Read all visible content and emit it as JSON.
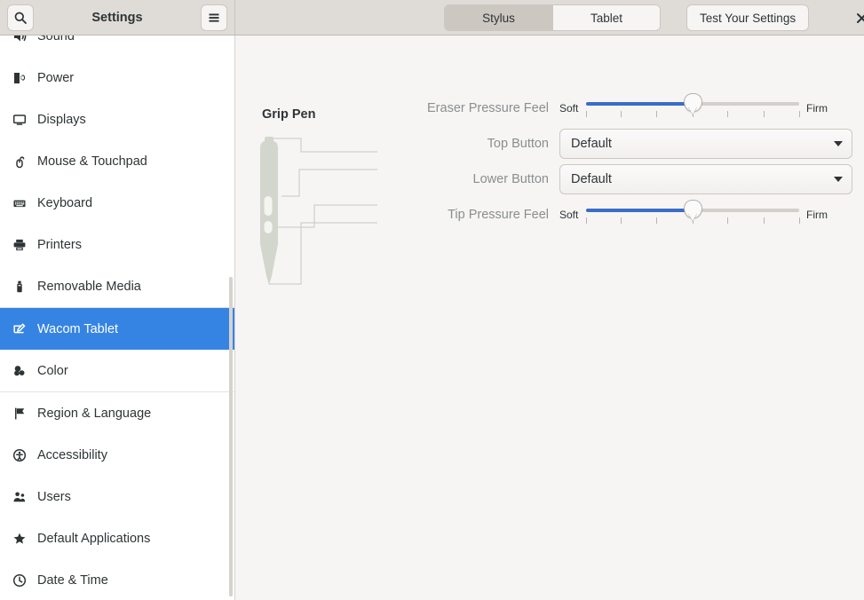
{
  "header": {
    "title": "Settings",
    "search_icon": "search-icon",
    "menu_icon": "hamburger-menu-icon",
    "close_icon": "close-icon",
    "segments": [
      {
        "label": "Stylus",
        "active": true
      },
      {
        "label": "Tablet",
        "active": false
      }
    ],
    "test_button": "Test Your Settings"
  },
  "sidebar": {
    "items": [
      {
        "label": "Sound",
        "icon": "speaker-icon",
        "selected": false,
        "partial": true
      },
      {
        "label": "Power",
        "icon": "power-plug-icon",
        "selected": false
      },
      {
        "label": "Displays",
        "icon": "monitor-icon",
        "selected": false
      },
      {
        "label": "Mouse & Touchpad",
        "icon": "mouse-icon",
        "selected": false
      },
      {
        "label": "Keyboard",
        "icon": "keyboard-icon",
        "selected": false
      },
      {
        "label": "Printers",
        "icon": "printer-icon",
        "selected": false
      },
      {
        "label": "Removable Media",
        "icon": "usb-drive-icon",
        "selected": false
      },
      {
        "label": "Wacom Tablet",
        "icon": "wacom-tablet-icon",
        "selected": true
      },
      {
        "label": "Color",
        "icon": "color-circles-icon",
        "selected": false
      },
      {
        "label": "Region & Language",
        "icon": "flag-icon",
        "selected": false
      },
      {
        "label": "Accessibility",
        "icon": "accessibility-icon",
        "selected": false
      },
      {
        "label": "Users",
        "icon": "users-icon",
        "selected": false
      },
      {
        "label": "Default Applications",
        "icon": "star-icon",
        "selected": false
      },
      {
        "label": "Date & Time",
        "icon": "clock-icon",
        "selected": false
      }
    ]
  },
  "content": {
    "page_title": "Grip Pen",
    "pen_illustration": "stylus-pen-diagram",
    "rows": [
      {
        "label": "Eraser Pressure Feel",
        "type": "slider",
        "min_label": "Soft",
        "max_label": "Firm",
        "value_percent": 50,
        "ticks": 7
      },
      {
        "label": "Top Button",
        "type": "combo",
        "value": "Default"
      },
      {
        "label": "Lower Button",
        "type": "combo",
        "value": "Default"
      },
      {
        "label": "Tip Pressure Feel",
        "type": "slider",
        "min_label": "Soft",
        "max_label": "Firm",
        "value_percent": 50,
        "ticks": 7
      }
    ]
  },
  "colors": {
    "accent": "#3584e4",
    "slider_fill": "#3a6cc8",
    "headerbar": "#dfdcd8",
    "content_bg": "#f6f5f4",
    "sidebar_bg": "#ffffff",
    "label_fg": "#8b8e8f"
  }
}
